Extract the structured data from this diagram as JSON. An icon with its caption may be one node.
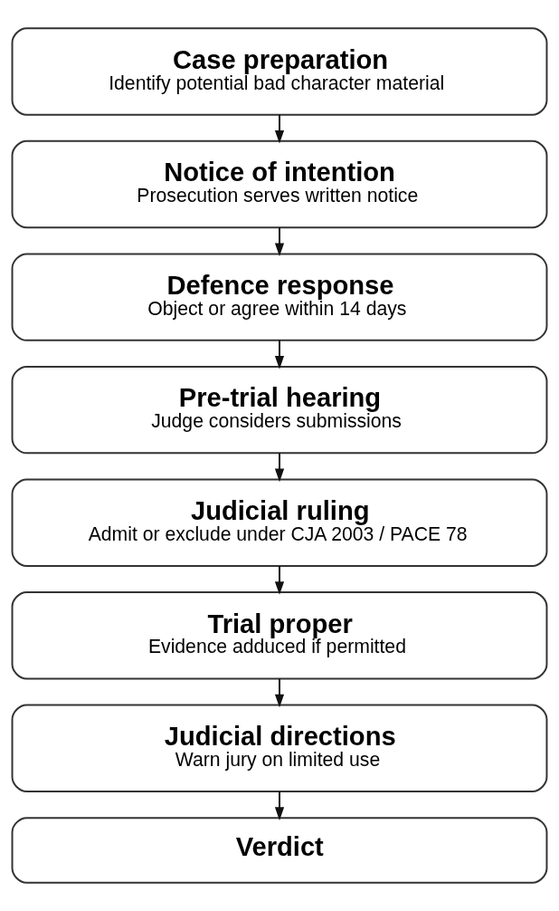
{
  "diagram": {
    "nodes": [
      {
        "text": [
          "Case preparation",
          "Identify potential bad character material"
        ]
      },
      {
        "text": [
          "Notice of intention",
          "Prosecution serves written notice"
        ]
      },
      {
        "text": [
          "Defence response",
          "Object or agree within 14 days"
        ]
      },
      {
        "text": [
          "Pre-trial hearing",
          "Judge considers submissions"
        ]
      },
      {
        "text": [
          "Judicial ruling",
          "Admit or exclude under CJA 2003 / PACE 78"
        ]
      },
      {
        "text": [
          "Trial proper",
          "Evidence adduced if permitted"
        ]
      },
      {
        "text": [
          "Judicial directions",
          "Warn jury on limited use"
        ]
      },
      {
        "text": [
          "Verdict"
        ]
      }
    ],
    "edges": [
      {
        "from": 0,
        "to": 1,
        "arrow": "to"
      },
      {
        "from": 1,
        "to": 2,
        "arrow": "to"
      },
      {
        "from": 2,
        "to": 3,
        "arrow": "to"
      },
      {
        "from": 3,
        "to": 4,
        "arrow": "to"
      },
      {
        "from": 4,
        "to": 5,
        "arrow": "to"
      },
      {
        "from": 5,
        "to": 6,
        "arrow": "to"
      },
      {
        "from": 6,
        "to": 7,
        "arrow": "to"
      }
    ]
  }
}
